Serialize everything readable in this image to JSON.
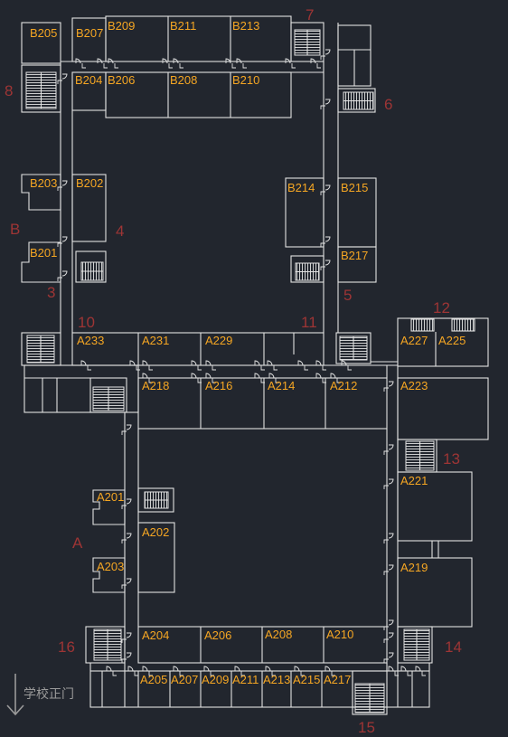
{
  "colors": {
    "background": "#22262e",
    "walls": "#e2e2e2",
    "room_label": "#f5a623",
    "stair_number": "#9e3535",
    "entrance": "#9a9a9a"
  },
  "buildings": {
    "A": "A",
    "B": "B"
  },
  "rooms": {
    "B205": "B205",
    "B207": "B207",
    "B209": "B209",
    "B211": "B211",
    "B213": "B213",
    "B204": "B204",
    "B206": "B206",
    "B208": "B208",
    "B210": "B210",
    "B203": "B203",
    "B202": "B202",
    "B201": "B201",
    "B214": "B214",
    "B215": "B215",
    "B217": "B217",
    "A233": "A233",
    "A231": "A231",
    "A229": "A229",
    "A227": "A227",
    "A225": "A225",
    "A218": "A218",
    "A216": "A216",
    "A214": "A214",
    "A212": "A212",
    "A223": "A223",
    "A201": "A201",
    "A202": "A202",
    "A203": "A203",
    "A221": "A221",
    "A219": "A219",
    "A204": "A204",
    "A206": "A206",
    "A208": "A208",
    "A210": "A210",
    "A205": "A205",
    "A207": "A207",
    "A209": "A209",
    "A211": "A211",
    "A213": "A213",
    "A215": "A215",
    "A217": "A217"
  },
  "stair_numbers": {
    "s3": "3",
    "s4": "4",
    "s5": "5",
    "s6": "6",
    "s7": "7",
    "s8": "8",
    "s10": "10",
    "s11": "11",
    "s12": "12",
    "s13": "13",
    "s14": "14",
    "s15": "15",
    "s16": "16"
  },
  "entrance": {
    "label": "学校正门",
    "icon": "down-arrow-icon"
  }
}
